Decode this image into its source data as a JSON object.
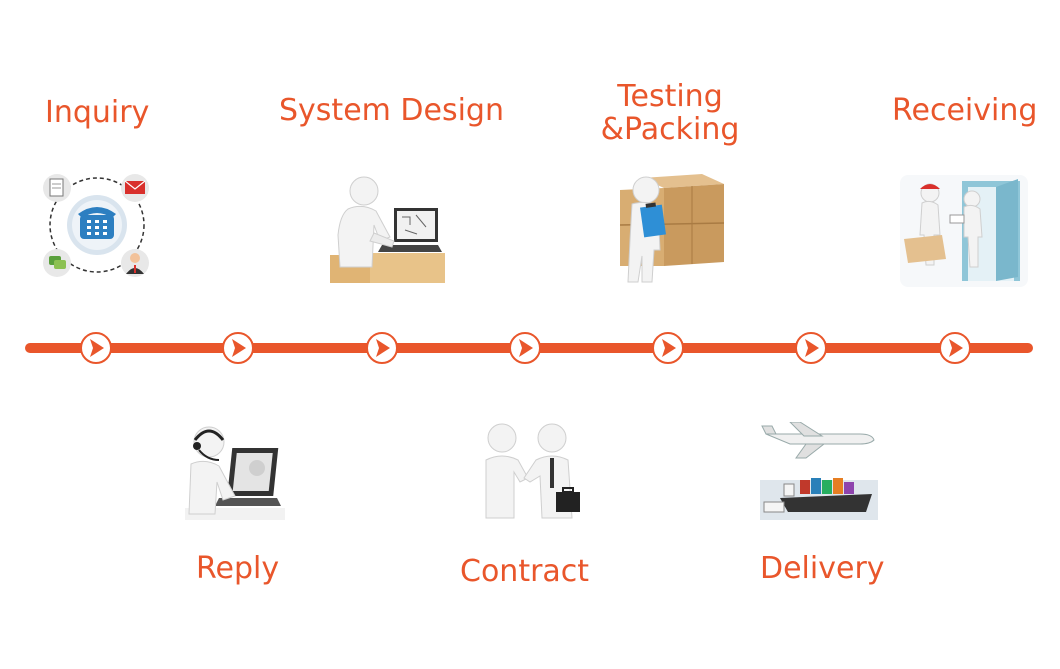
{
  "accent": "#e9562b",
  "steps": [
    {
      "label": "Inquiry",
      "icon": "phone-inquiry-icon",
      "position": "top"
    },
    {
      "label": "Reply",
      "icon": "headset-operator-laptop-icon",
      "position": "bottom"
    },
    {
      "label": "System Design",
      "icon": "figure-at-laptop-icon",
      "position": "top"
    },
    {
      "label": "Contract",
      "icon": "handshake-icon",
      "position": "bottom"
    },
    {
      "label_lines": [
        "Testing",
        "&Packing"
      ],
      "icon": "figure-with-boxes-clipboard-icon",
      "position": "top"
    },
    {
      "label": "Delivery",
      "icon": "plane-and-cargo-ship-icon",
      "position": "bottom"
    },
    {
      "label": "Receiving",
      "icon": "delivery-at-door-icon",
      "position": "top"
    }
  ]
}
